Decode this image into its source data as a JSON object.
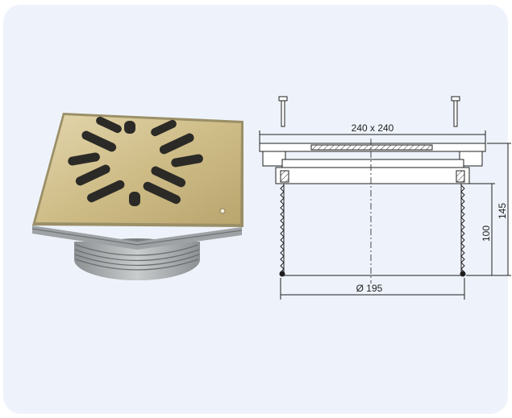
{
  "drawing": {
    "grate_size": "240 x 240",
    "diameter": "Ø 195",
    "body_height": "100",
    "total_height": "145"
  },
  "colors": {
    "panel_background": "#eef3fb",
    "grate_gold": "#cdbb87",
    "line": "#1f1f1f"
  }
}
